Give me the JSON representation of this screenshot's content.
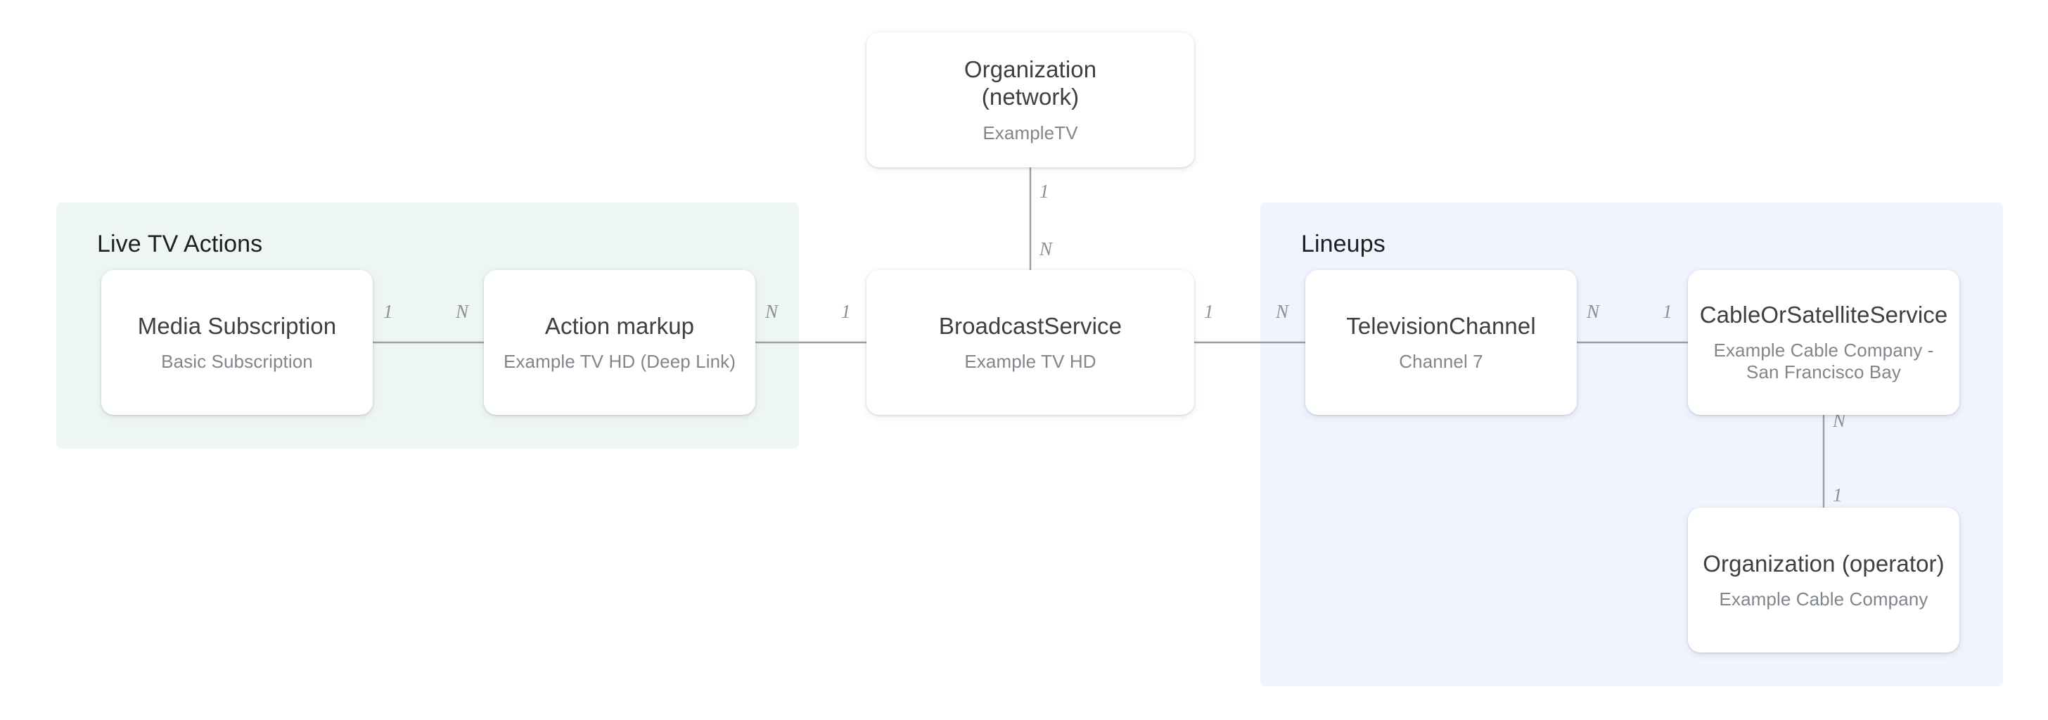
{
  "diagram": {
    "type": "entity-relationship",
    "background": "#ffffff",
    "groups": [
      {
        "id": "live-tv-actions",
        "title": "Live TV Actions",
        "color": "#eef6f1"
      },
      {
        "id": "lineups",
        "title": "Lineups",
        "color": "#eff4fe"
      }
    ],
    "nodes": [
      {
        "id": "organization-network",
        "title": "Organization\n(network)",
        "subtitle": "ExampleTV",
        "group": null
      },
      {
        "id": "media-subscription",
        "title": "Media Subscription",
        "subtitle": "Basic Subscription",
        "group": "live-tv-actions"
      },
      {
        "id": "action-markup",
        "title": "Action markup",
        "subtitle": "Example TV HD (Deep Link)",
        "group": "live-tv-actions"
      },
      {
        "id": "broadcast-service",
        "title": "BroadcastService",
        "subtitle": "Example TV HD",
        "group": null
      },
      {
        "id": "television-channel",
        "title": "TelevisionChannel",
        "subtitle": "Channel 7",
        "group": "lineups"
      },
      {
        "id": "cable-satellite-service",
        "title": "CableOrSatelliteService",
        "subtitle": "Example Cable Company -\nSan Francisco Bay",
        "group": "lineups"
      },
      {
        "id": "organization-operator",
        "title": "Organization (operator)",
        "subtitle": "Example Cable Company",
        "group": "lineups"
      }
    ],
    "edges": [
      {
        "id": "media-subscription--action-markup",
        "from": "media-subscription",
        "to": "action-markup",
        "from_cardinality": "1",
        "to_cardinality": "N",
        "orientation": "horizontal"
      },
      {
        "id": "action-markup--broadcast-service",
        "from": "action-markup",
        "to": "broadcast-service",
        "from_cardinality": "N",
        "to_cardinality": "1",
        "orientation": "horizontal"
      },
      {
        "id": "organization-network--broadcast-service",
        "from": "organization-network",
        "to": "broadcast-service",
        "from_cardinality": "1",
        "to_cardinality": "N",
        "orientation": "vertical"
      },
      {
        "id": "broadcast-service--television-channel",
        "from": "broadcast-service",
        "to": "television-channel",
        "from_cardinality": "1",
        "to_cardinality": "N",
        "orientation": "horizontal"
      },
      {
        "id": "television-channel--cable-satellite-service",
        "from": "television-channel",
        "to": "cable-satellite-service",
        "from_cardinality": "N",
        "to_cardinality": "1",
        "orientation": "horizontal"
      },
      {
        "id": "cable-satellite-service--organization-operator",
        "from": "cable-satellite-service",
        "to": "organization-operator",
        "from_cardinality": "N",
        "to_cardinality": "1",
        "orientation": "vertical"
      }
    ],
    "edge_labels": {
      "media_sub_right": "1",
      "action_markup_left": "N",
      "action_markup_right": "N",
      "broadcast_left": "1",
      "broadcast_right": "1",
      "broadcast_top_upper": "1",
      "broadcast_top_lower": "N",
      "tv_channel_left": "N",
      "tv_channel_right": "N",
      "cable_left": "1",
      "cable_bottom_upper": "N",
      "cable_bottom_lower": "1"
    },
    "colors": {
      "node_background": "#ffffff",
      "node_title": "#3c4043",
      "node_subtitle": "#80868b",
      "edge_stroke": "#9aa0a6",
      "edge_label": "#8a9096",
      "group_title": "#1f1f1f",
      "group_green": "#eef6f1",
      "group_blue": "#eff4fe"
    }
  }
}
